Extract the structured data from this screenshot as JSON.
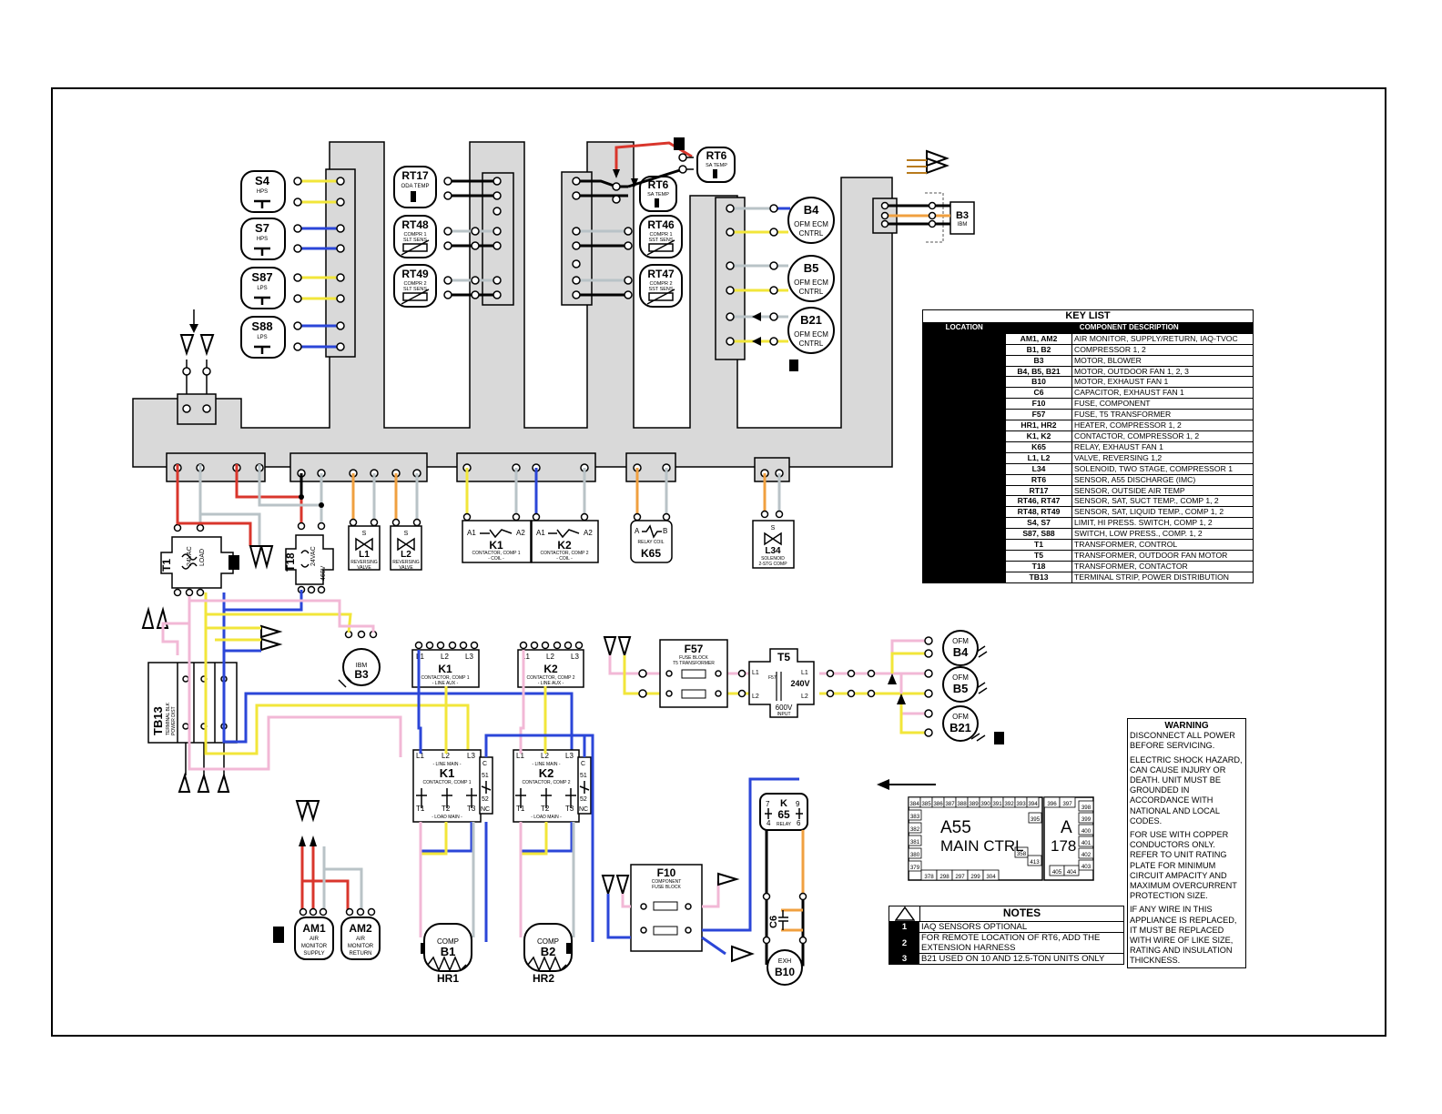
{
  "components": {
    "S4": {
      "id": "S4",
      "sub": "HPS"
    },
    "S7": {
      "id": "S7",
      "sub": "HPS"
    },
    "S87": {
      "id": "S87",
      "sub": "LPS"
    },
    "S88": {
      "id": "S88",
      "sub": "LPS"
    },
    "RT17": {
      "id": "RT17",
      "sub": "ODA TEMP"
    },
    "RT48": {
      "id": "RT48",
      "sub1": "COMPR 1",
      "sub2": "SLT SENS"
    },
    "RT49": {
      "id": "RT49",
      "sub1": "COMPR 2",
      "sub2": "SLT SENS"
    },
    "RT6a": {
      "id": "RT6",
      "sub": "SA TEMP"
    },
    "RT6b": {
      "id": "RT6",
      "sub": "SA TEMP"
    },
    "RT46": {
      "id": "RT46",
      "sub1": "COMPR 1",
      "sub2": "SST SENS"
    },
    "RT47": {
      "id": "RT47",
      "sub1": "COMPR 2",
      "sub2": "SST SENS"
    },
    "B4": {
      "id": "B4",
      "sub1": "OFM ECM",
      "sub2": "CNTRL"
    },
    "B5": {
      "id": "B5",
      "sub1": "OFM ECM",
      "sub2": "CNTRL"
    },
    "B21": {
      "id": "B21",
      "sub1": "OFM ECM",
      "sub2": "CNTRL"
    },
    "B3": {
      "id": "B3",
      "sub": "IBM"
    },
    "T1": {
      "id": "T1",
      "v": "24VAC",
      "load": "LOAD"
    },
    "T18": {
      "id": "T18",
      "v": "24VAC",
      "hv": "460V"
    },
    "L1": {
      "id": "L1",
      "sub1": "REVERSING",
      "sub2": "VALVE"
    },
    "L2": {
      "id": "L2",
      "sub1": "REVERSING",
      "sub2": "VALVE"
    },
    "K1coil": {
      "id": "K1",
      "a1": "A1",
      "a2": "A2",
      "sub1": "CONTACTOR, COMP 1",
      "sub2": "- COIL -"
    },
    "K2coil": {
      "id": "K2",
      "a1": "A1",
      "a2": "A2",
      "sub1": "CONTACTOR, COMP 2",
      "sub2": "- COIL -"
    },
    "K65coil": {
      "id": "K65",
      "a": "A",
      "b": "B",
      "sub": "RELAY COIL"
    },
    "L34": {
      "id": "L34",
      "sub1": "SOLENOID",
      "sub2": "2-STG COMP"
    },
    "K1aux": {
      "id": "K1",
      "sub1": "CONTACTOR, COMP 1",
      "sub2": "- LINE AUX -"
    },
    "K2aux": {
      "id": "K2",
      "sub1": "CONTACTOR, COMP 2",
      "sub2": "- LINE AUX -"
    },
    "IBM": {
      "id": "B3",
      "sub": "IBM"
    },
    "TB13": {
      "id": "TB13",
      "sub1": "TERMINAL BLK",
      "sub2": "POWER DIST"
    },
    "F57": {
      "id": "F57",
      "sub1": "FUSE BLOCK",
      "sub2": "T5 TRANSFORMER"
    },
    "T5": {
      "id": "T5",
      "v": "240V",
      "hv": "600V",
      "hv2": "INPUT",
      "fuse": "F57"
    },
    "OFMB4": {
      "id": "B4",
      "sub": "OFM"
    },
    "OFMB5": {
      "id": "B5",
      "sub": "OFM"
    },
    "OFMB21": {
      "id": "B21",
      "sub": "OFM"
    },
    "K1main": {
      "id": "K1",
      "top": "- LINE MAIN -",
      "sub": "CONTACTOR, COMP 1",
      "bottom": "- LOAD MAIN -"
    },
    "K2main": {
      "id": "K2",
      "top": "- LINE MAIN -",
      "sub": "CONTACTOR, COMP 2",
      "bottom": "- LOAD MAIN -"
    },
    "K65relay": {
      "id": "K",
      "num": "65",
      "sub": "RELAY"
    },
    "F10": {
      "id": "F10",
      "sub1": "COMPONENT",
      "sub2": "FUSE BLOCK"
    },
    "C6": {
      "id": "C6"
    },
    "B10": {
      "id": "B10",
      "sub": "EXH"
    },
    "AM1": {
      "id": "AM1",
      "sub1": "AIR",
      "sub2": "MONITOR",
      "sub3": "SUPPLY"
    },
    "AM2": {
      "id": "AM2",
      "sub1": "AIR",
      "sub2": "MONITOR",
      "sub3": "RETURN"
    },
    "B1": {
      "id": "B1",
      "sub": "COMP",
      "heater": "HR1"
    },
    "B2": {
      "id": "B2",
      "sub": "COMP",
      "heater": "HR2"
    }
  },
  "terminal_labels": {
    "l1": "L1",
    "l2": "L2",
    "l3": "L3",
    "t1": "T1",
    "t2": "T2",
    "t3": "T3",
    "c": "C",
    "s1": "51",
    "s2": "52",
    "nc": "NC",
    "r7": "7",
    "r4": "4",
    "r9": "9",
    "r6": "6"
  },
  "key_list": {
    "title": "KEY LIST",
    "col_location": "LOCATION",
    "col_description": "COMPONENT DESCRIPTION",
    "rows": [
      {
        "location": "",
        "component": "AM1, AM2",
        "description": "AIR MONITOR, SUPPLY/RETURN, IAQ-TVOC"
      },
      {
        "location": "",
        "component": "B1, B2",
        "description": "COMPRESSOR 1, 2"
      },
      {
        "location": "",
        "component": "B3",
        "description": "MOTOR, BLOWER"
      },
      {
        "location": "",
        "component": "B4, B5, B21",
        "description": "MOTOR, OUTDOOR FAN 1, 2, 3"
      },
      {
        "location": "",
        "component": "B10",
        "description": "MOTOR, EXHAUST FAN 1"
      },
      {
        "location": "",
        "component": "C6",
        "description": "CAPACITOR, EXHAUST FAN 1"
      },
      {
        "location": "",
        "component": "F10",
        "description": "FUSE, COMPONENT"
      },
      {
        "location": "",
        "component": "F57",
        "description": "FUSE, T5 TRANSFORMER"
      },
      {
        "location": "",
        "component": "HR1, HR2",
        "description": "HEATER, COMPRESSOR 1, 2"
      },
      {
        "location": "",
        "component": "K1, K2",
        "description": "CONTACTOR, COMPRESSOR 1, 2"
      },
      {
        "location": "",
        "component": "K65",
        "description": "RELAY, EXHAUST FAN 1"
      },
      {
        "location": "",
        "component": "L1, L2",
        "description": "VALVE, REVERSING 1,2"
      },
      {
        "location": "",
        "component": "L34",
        "description": "SOLENOID, TWO STAGE, COMPRESSOR 1"
      },
      {
        "location": "",
        "component": "RT6",
        "description": "SENSOR, A55 DISCHARGE (IMC)"
      },
      {
        "location": "",
        "component": "RT17",
        "description": "SENSOR, OUTSIDE AIR TEMP"
      },
      {
        "location": "",
        "component": "RT46, RT47",
        "description": "SENSOR, SAT, SUCT TEMP., COMP 1, 2"
      },
      {
        "location": "",
        "component": "RT48, RT49",
        "description": "SENSOR, SAT, LIQUID TEMP., COMP 1, 2"
      },
      {
        "location": "",
        "component": "S4, S7",
        "description": "LIMIT, HI PRESS. SWITCH, COMP 1, 2"
      },
      {
        "location": "",
        "component": "S87, S88",
        "description": "SWITCH, LOW PRESS., COMP. 1, 2"
      },
      {
        "location": "",
        "component": "T1",
        "description": "TRANSFORMER, CONTROL"
      },
      {
        "location": "",
        "component": "T5",
        "description": "TRANSFORMER, OUTDOOR FAN MOTOR"
      },
      {
        "location": "",
        "component": "T18",
        "description": "TRANSFORMER, CONTACTOR"
      },
      {
        "location": "",
        "component": "TB13",
        "description": "TERMINAL STRIP, POWER DISTRIBUTION"
      }
    ]
  },
  "notes": {
    "title": "NOTES",
    "items": [
      {
        "num": "1",
        "text": "IAQ SENSORS OPTIONAL"
      },
      {
        "num": "2",
        "text": "FOR REMOTE LOCATION OF RT6, ADD THE EXTENSION HARNESS"
      },
      {
        "num": "3",
        "text": "B21 USED ON 10 AND 12.5-TON UNITS ONLY"
      }
    ]
  },
  "warning": {
    "title": "WARNING",
    "paragraphs": [
      "DISCONNECT ALL POWER BEFORE SERVICING.",
      "ELECTRIC SHOCK HAZARD, CAN CAUSE INJURY OR DEATH. UNIT MUST BE GROUNDED IN ACCORDANCE WITH NATIONAL AND LOCAL CODES.",
      "FOR USE WITH COPPER CONDUCTORS ONLY. REFER TO UNIT RATING PLATE FOR MINIMUM CIRCUIT AMPACITY AND MAXIMUM OVERCURRENT PROTECTION SIZE.",
      "IF ANY WIRE IN THIS APPLIANCE IS REPLACED, IT MUST BE REPLACED WITH WIRE OF LIKE SIZE, RATING AND INSULATION THICKNESS."
    ]
  },
  "a55": {
    "label1": "A55",
    "label2": "MAIN CTRL",
    "label3": "A",
    "label4": "178",
    "top_pins": [
      "384",
      "385",
      "386",
      "387",
      "388",
      "389",
      "390",
      "391",
      "392",
      "393",
      "394"
    ],
    "left_pins": [
      "383",
      "382",
      "381",
      "380",
      "379"
    ],
    "bottom_pins": [
      "378",
      "298",
      "297",
      "299",
      "304"
    ],
    "inner_pins": [
      "395",
      "358",
      "413"
    ],
    "a178_top": [
      "396",
      "397"
    ],
    "a178_right": [
      "398",
      "399",
      "400",
      "401",
      "402",
      "403"
    ],
    "a178_bottom": [
      "405",
      "404"
    ]
  },
  "wire_colors": {
    "yellow": "#f2e63a",
    "blue": "#2b46d8",
    "gray": "#b9c3c7",
    "red": "#d9362c",
    "pink": "#f2b8d6",
    "orange": "#f0a040",
    "terminal_strip": "#d9d9d9"
  }
}
